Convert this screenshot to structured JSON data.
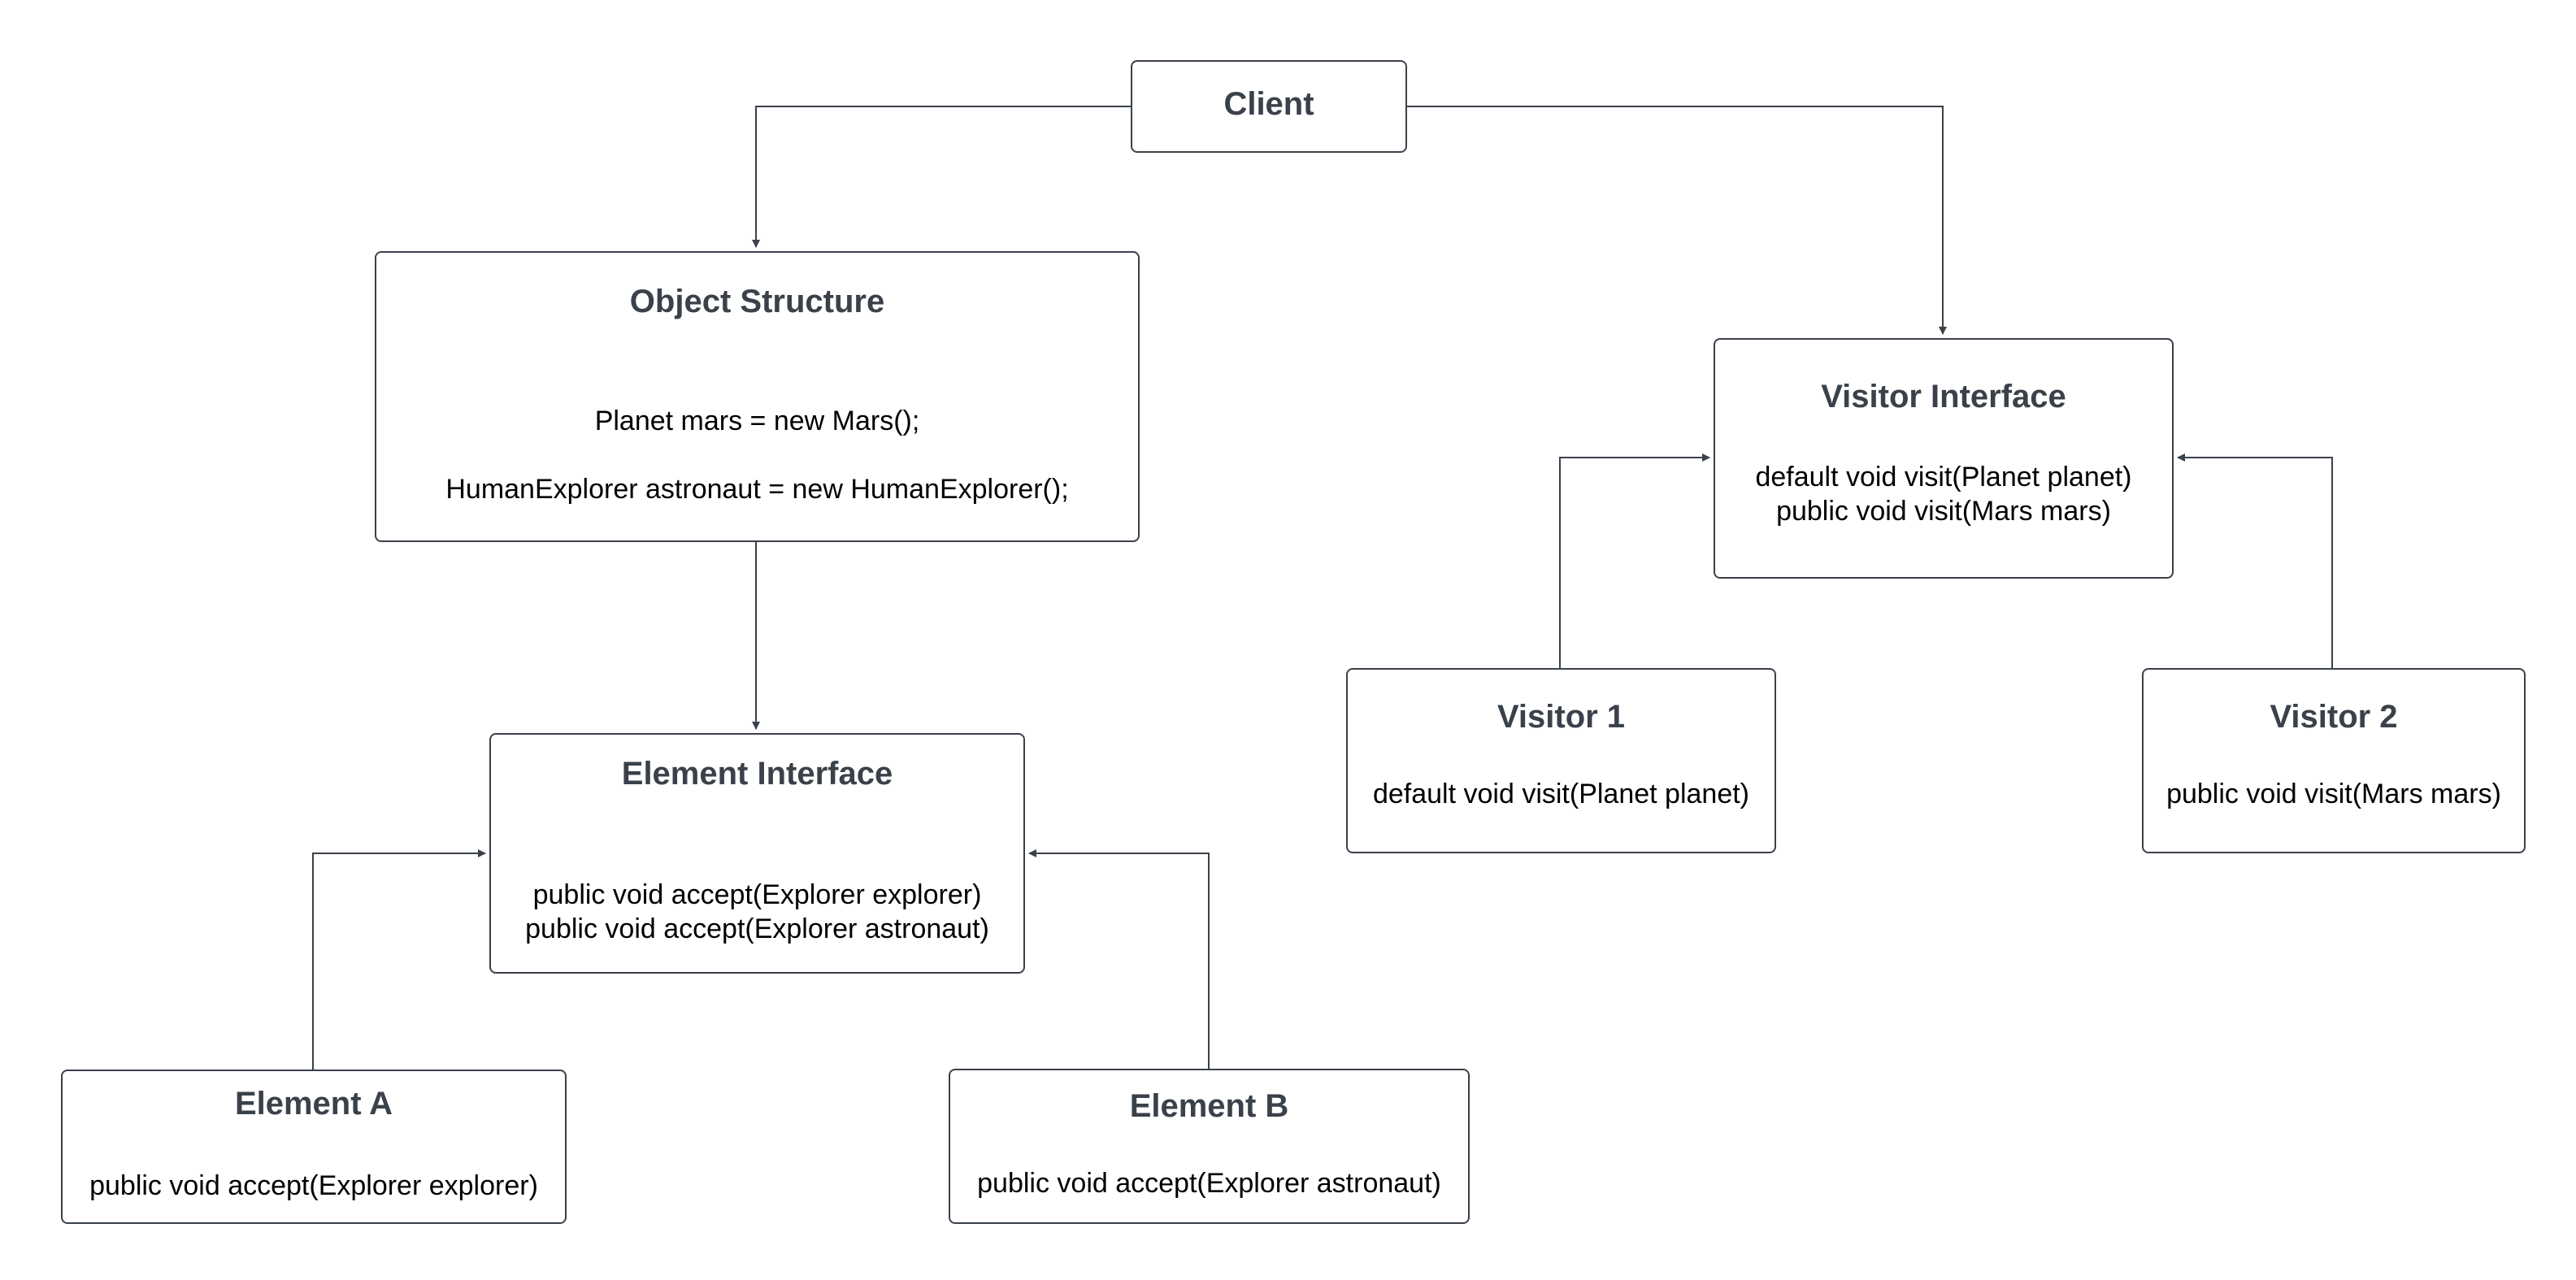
{
  "diagram": {
    "colors": {
      "stroke": "#3a414a",
      "title": "#3a414a",
      "body": "#000000",
      "background": "#ffffff"
    },
    "nodes": {
      "client": {
        "title": "Client",
        "lines": []
      },
      "object_structure": {
        "title": "Object Structure",
        "lines": [
          "Planet mars = new Mars();",
          "HumanExplorer astronaut = new HumanExplorer();"
        ]
      },
      "element_interface": {
        "title": "Element Interface",
        "lines": [
          "public void accept(Explorer explorer)",
          "public void accept(Explorer astronaut)"
        ]
      },
      "element_a": {
        "title": "Element A",
        "lines": [
          "public void accept(Explorer explorer)"
        ]
      },
      "element_b": {
        "title": "Element B",
        "lines": [
          "public void accept(Explorer astronaut)"
        ]
      },
      "visitor_interface": {
        "title": "Visitor Interface",
        "lines": [
          "default void visit(Planet planet)",
          "public void visit(Mars mars)"
        ]
      },
      "visitor_1": {
        "title": "Visitor 1",
        "lines": [
          "default void visit(Planet planet)"
        ]
      },
      "visitor_2": {
        "title": "Visitor 2",
        "lines": [
          "public void visit(Mars mars)"
        ]
      }
    },
    "edges": [
      {
        "from": "client",
        "to": "object_structure"
      },
      {
        "from": "client",
        "to": "visitor_interface"
      },
      {
        "from": "object_structure",
        "to": "element_interface"
      },
      {
        "from": "element_a",
        "to": "element_interface"
      },
      {
        "from": "element_b",
        "to": "element_interface"
      },
      {
        "from": "visitor_1",
        "to": "visitor_interface"
      },
      {
        "from": "visitor_2",
        "to": "visitor_interface"
      }
    ]
  }
}
